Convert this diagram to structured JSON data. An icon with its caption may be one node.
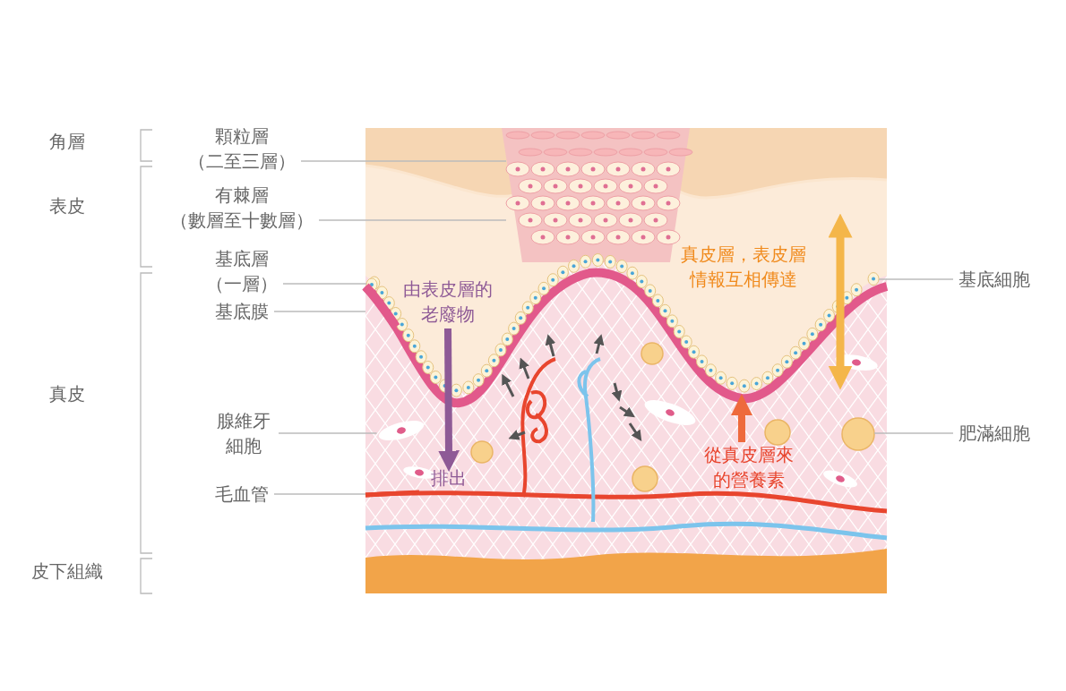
{
  "diagram": {
    "nodes": [
      {
        "text": [
          "顆粒層",
          "（二至三層）"
        ]
      },
      {
        "text": [
          "有棘層",
          "（數層至十數層）"
        ]
      },
      {
        "text": [
          "基底層",
          "（一層）"
        ]
      },
      {
        "text": [
          "基底膜"
        ]
      },
      {
        "text": [
          "腺維牙細胞"
        ]
      },
      {
        "text": [
          "毛血管"
        ]
      },
      {
        "text": [
          "基底細胞"
        ]
      },
      {
        "text": [
          "肥滿細胞"
        ]
      },
      {
        "text": [
          "由表皮層的老廢物"
        ]
      },
      {
        "text": [
          "排出"
        ]
      },
      {
        "text": [],
        "shape": "band"
      },
      {
        "text": [],
        "shape": "band"
      },
      {
        "text": [],
        "shape": "circle"
      },
      {
        "text": [],
        "shape": "line"
      },
      {
        "text": [],
        "shape": "ellipse"
      },
      {
        "text": [],
        "shape": "line"
      },
      {
        "text": [],
        "shape": "circle"
      },
      {
        "text": [],
        "shape": "circle"
      }
    ],
    "edges": [
      {
        "from": 0,
        "to": 10,
        "arrow": "none"
      },
      {
        "from": 1,
        "to": 11,
        "arrow": "none"
      },
      {
        "from": 2,
        "to": 12,
        "arrow": "none"
      },
      {
        "from": 3,
        "to": 13,
        "arrow": "none"
      },
      {
        "from": 4,
        "to": 14,
        "arrow": "none"
      },
      {
        "from": 5,
        "to": 15,
        "arrow": "none"
      },
      {
        "from": 6,
        "to": 16,
        "arrow": "none"
      },
      {
        "from": 7,
        "to": 17,
        "arrow": "none"
      },
      {
        "from": 8,
        "to": 9,
        "arrow": "to",
        "style": "thick",
        "color": "#8e5a96"
      }
    ],
    "labels": [
      "角層",
      "表皮",
      "真皮",
      "皮下組織",
      "真皮層，表皮層情報互相傳達",
      "從真皮層來的營養素"
    ]
  }
}
